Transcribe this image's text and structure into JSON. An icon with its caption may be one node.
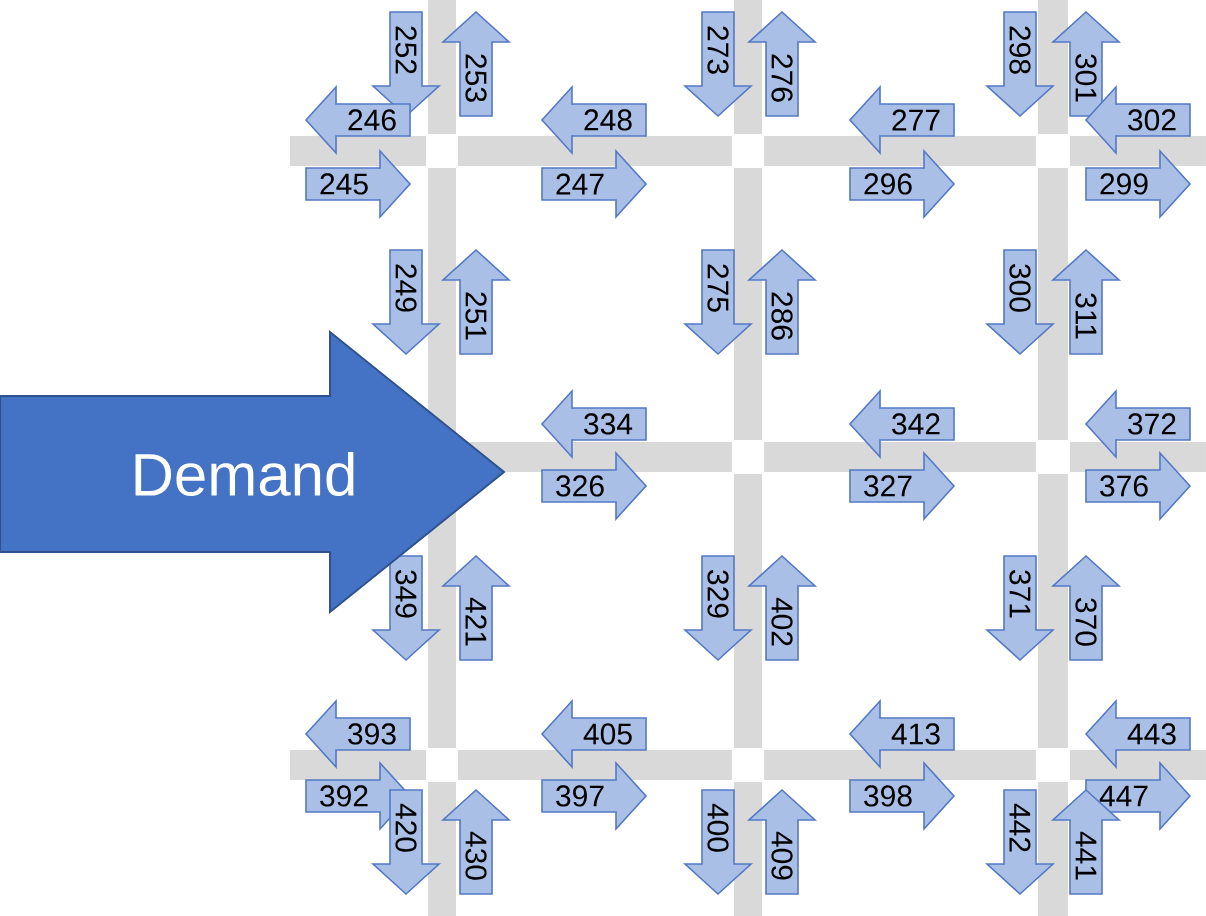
{
  "diagram": {
    "nodes": [
      {
        "text": [
          "252"
        ]
      },
      {
        "text": [
          "253"
        ]
      },
      {
        "text": [
          "273"
        ]
      },
      {
        "text": [
          "276"
        ]
      },
      {
        "text": [
          "298"
        ]
      },
      {
        "text": [
          "301"
        ]
      },
      {
        "text": [
          "246"
        ]
      },
      {
        "text": [
          "248"
        ]
      },
      {
        "text": [
          "277"
        ]
      },
      {
        "text": [
          "302"
        ]
      },
      {
        "text": [
          "245"
        ]
      },
      {
        "text": [
          "247"
        ]
      },
      {
        "text": [
          "296"
        ]
      },
      {
        "text": [
          "299"
        ]
      },
      {
        "text": [
          "249"
        ]
      },
      {
        "text": [
          "251"
        ]
      },
      {
        "text": [
          "275"
        ]
      },
      {
        "text": [
          "286"
        ]
      },
      {
        "text": [
          "300"
        ]
      },
      {
        "text": [
          "311"
        ]
      },
      {
        "text": [
          "Demand"
        ]
      },
      {
        "text": [
          "334"
        ]
      },
      {
        "text": [
          "342"
        ]
      },
      {
        "text": [
          "372"
        ]
      },
      {
        "text": [
          "326"
        ]
      },
      {
        "text": [
          "327"
        ]
      },
      {
        "text": [
          "376"
        ]
      },
      {
        "text": [
          "349"
        ]
      },
      {
        "text": [
          "421"
        ]
      },
      {
        "text": [
          "329"
        ]
      },
      {
        "text": [
          "402"
        ]
      },
      {
        "text": [
          "371"
        ]
      },
      {
        "text": [
          "370"
        ]
      },
      {
        "text": [
          "393"
        ]
      },
      {
        "text": [
          "405"
        ]
      },
      {
        "text": [
          "413"
        ]
      },
      {
        "text": [
          "443"
        ]
      },
      {
        "text": [
          "392"
        ]
      },
      {
        "text": [
          "397"
        ]
      },
      {
        "text": [
          "398"
        ]
      },
      {
        "text": [
          "447"
        ]
      },
      {
        "text": [
          "420"
        ]
      },
      {
        "text": [
          "430"
        ]
      },
      {
        "text": [
          "400"
        ]
      },
      {
        "text": [
          "409"
        ]
      },
      {
        "text": [
          "442"
        ]
      },
      {
        "text": [
          "441"
        ]
      }
    ]
  }
}
